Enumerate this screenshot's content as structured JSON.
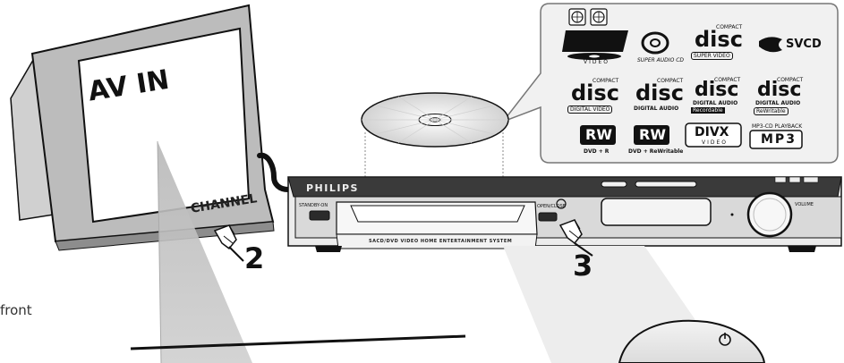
{
  "tv": {
    "screen_text": "AV IN",
    "button_label": "CHANNEL",
    "step_number": "2"
  },
  "player": {
    "brand": "PHILIPS",
    "standby_label": "STANDBY-ON",
    "open_close_label": "OPEN/CLOSE",
    "tray_caption": "SACD/DVD VIDEO HOME ENTERTAINMENT SYSTEM",
    "volume_label": "VOLUME",
    "step_number": "3"
  },
  "side_text": "front",
  "disc_logos": {
    "dvd_video": "VIDEO",
    "sacd": "SUPER AUDIO CD",
    "svcd_compact": "COMPACT",
    "svcd_sub": "SUPER VIDEO",
    "svcd_right": "SVCD",
    "vcd_compact": "COMPACT",
    "vcd_sub": "DIGITAL VIDEO",
    "cdda_compact": "COMPACT",
    "cdda_sub": "DIGITAL AUDIO",
    "cdr_compact": "COMPACT",
    "cdr_sub1": "DIGITAL AUDIO",
    "cdr_sub2": "Recordable",
    "cdrw_compact": "COMPACT",
    "cdrw_sub1": "DIGITAL AUDIO",
    "cdrw_sub2": "ReWritable",
    "rw1": "RW",
    "rw1_caption": "DVD + R",
    "rw2": "RW",
    "rw2_caption": "DVD + ReWritable",
    "divx": "DIVX",
    "divx_sub": "VIDEO",
    "mp3_header": "MP3-CD PLAYBACK",
    "mp3": "MP3",
    "disc_word": "disc"
  },
  "colors": {
    "line": "#111111",
    "device_dark": "#2b2b2b",
    "panel_mid": "#9a9a9a",
    "beam": "#bdbdbd"
  }
}
